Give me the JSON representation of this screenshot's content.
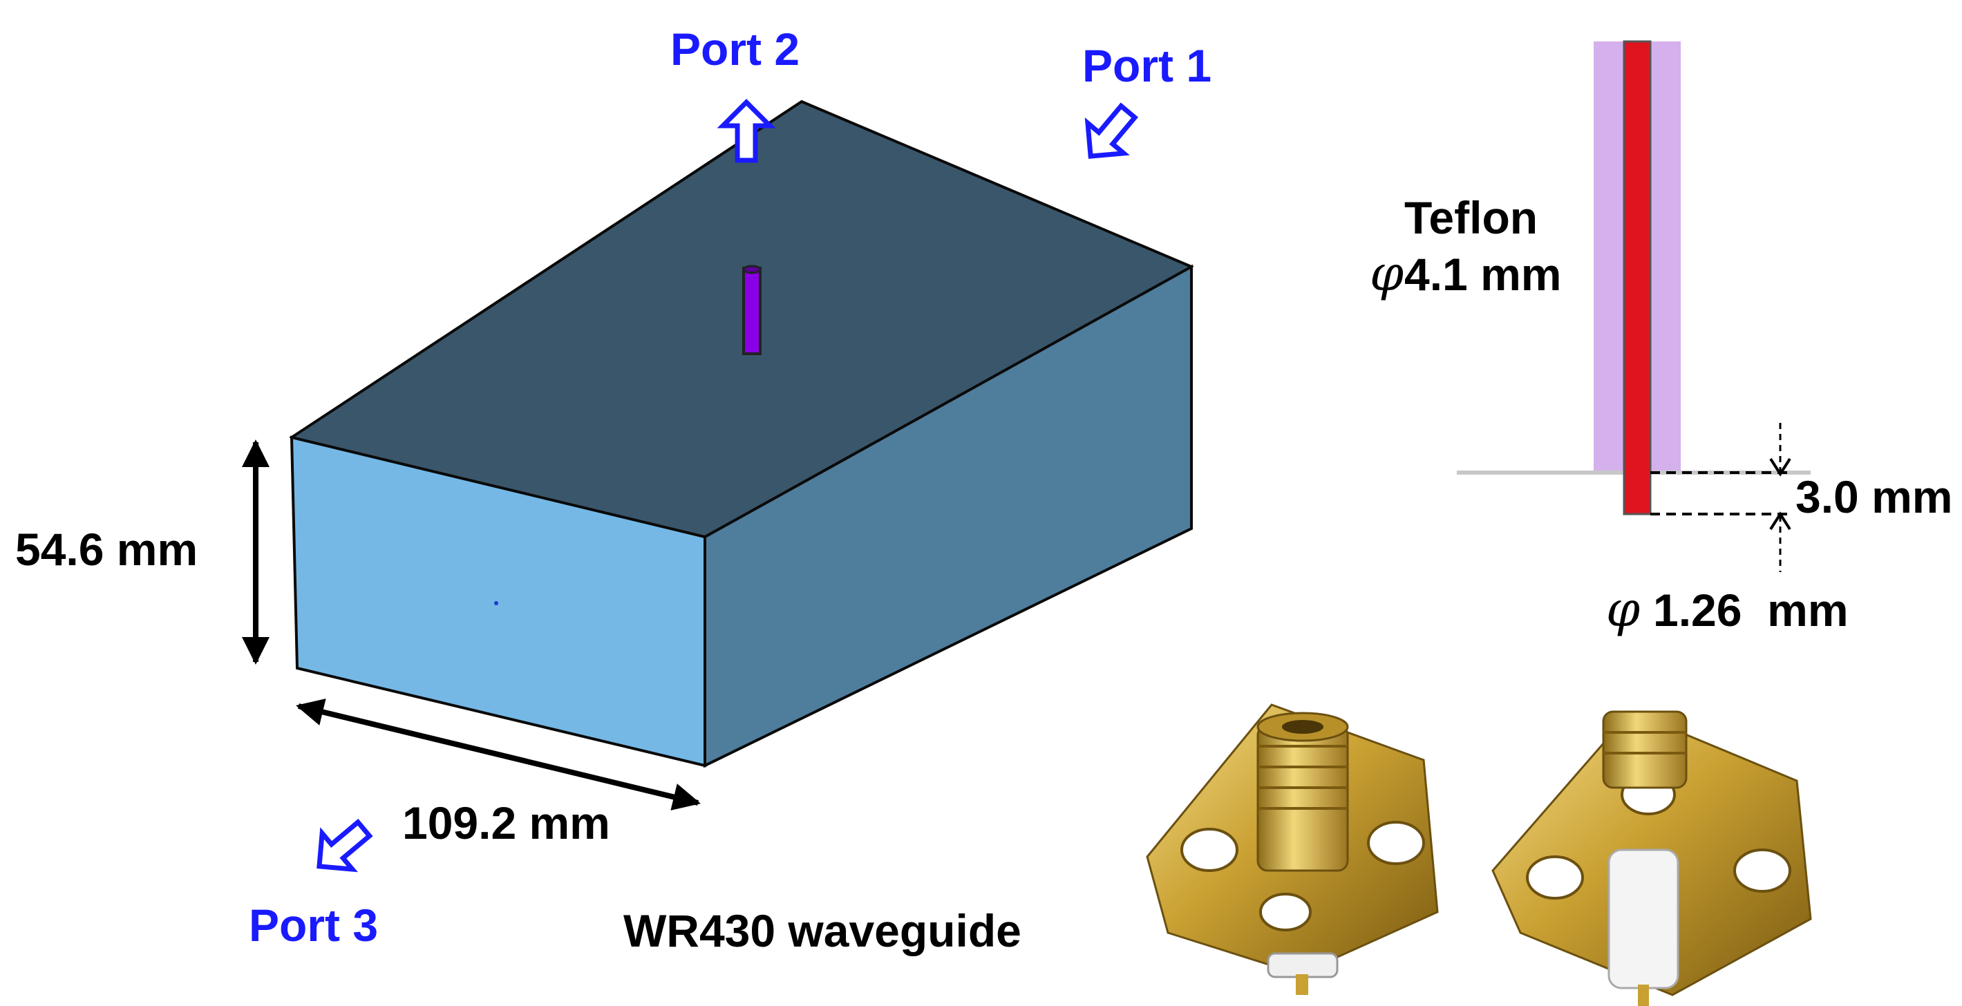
{
  "waveguide": {
    "caption": "WR430 waveguide",
    "height_label": "54.6 mm",
    "width_label": "109.2 mm"
  },
  "ports": {
    "port1": "Port 1",
    "port2": "Port 2",
    "port3": "Port 3"
  },
  "probe_detail": {
    "dielectric_name": "Teflon",
    "dielectric_diameter": "4.1 mm",
    "insertion_depth": "3.0 mm",
    "pin_diameter": "1.26  mm",
    "phi_symbol": "φ"
  },
  "colors": {
    "port_text": "#1a1aff",
    "box_top": "#3a566b",
    "box_front": "#75b8e6",
    "box_side": "#4f7d9c",
    "probe": "#8a00e6",
    "teflon": "#d4b0ec",
    "pin": "#e0141e",
    "connector_gold": "#c9a032"
  },
  "icons": [
    "port-arrow-icon",
    "sma-connector-image"
  ]
}
